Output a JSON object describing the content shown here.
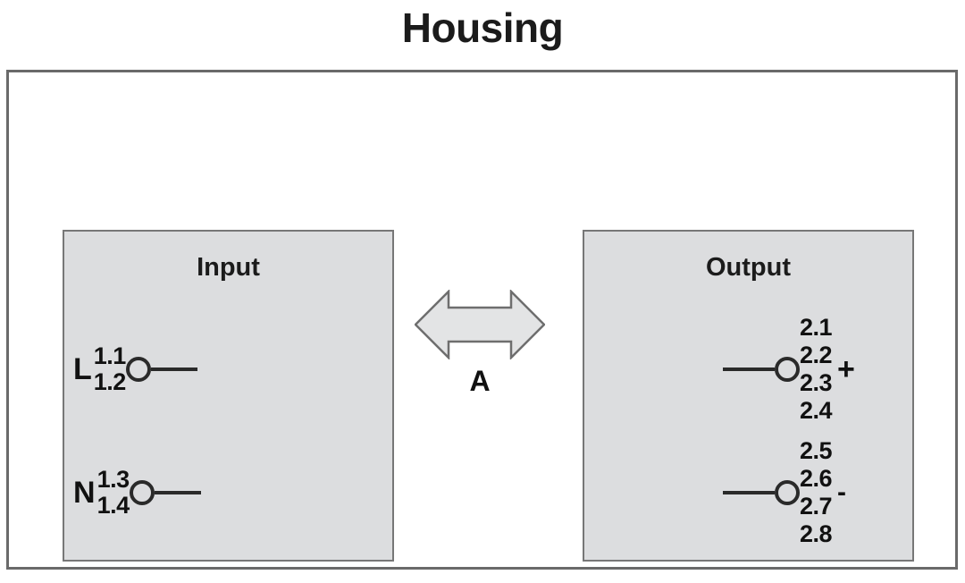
{
  "title": "Housing",
  "input": {
    "heading": "Input",
    "terminals": [
      {
        "phase": "L",
        "pins": [
          "1.1",
          "1.2"
        ]
      },
      {
        "phase": "N",
        "pins": [
          "1.3",
          "1.4"
        ]
      }
    ]
  },
  "output": {
    "heading": "Output",
    "terminals": [
      {
        "polarity": "+",
        "pins": [
          "2.1",
          "2.2",
          "2.3",
          "2.4"
        ]
      },
      {
        "polarity": "-",
        "pins": [
          "2.5",
          "2.6",
          "2.7",
          "2.8"
        ]
      }
    ]
  },
  "center": {
    "arrow_label": "A",
    "arrow_icon": "double-headed-horizontal-arrow"
  },
  "colors": {
    "block_fill": "#dcdddf",
    "block_border": "#777777",
    "housing_border": "#6a6a6a",
    "wire": "#2a2a2a",
    "text": "#111111",
    "background": "#ffffff"
  }
}
